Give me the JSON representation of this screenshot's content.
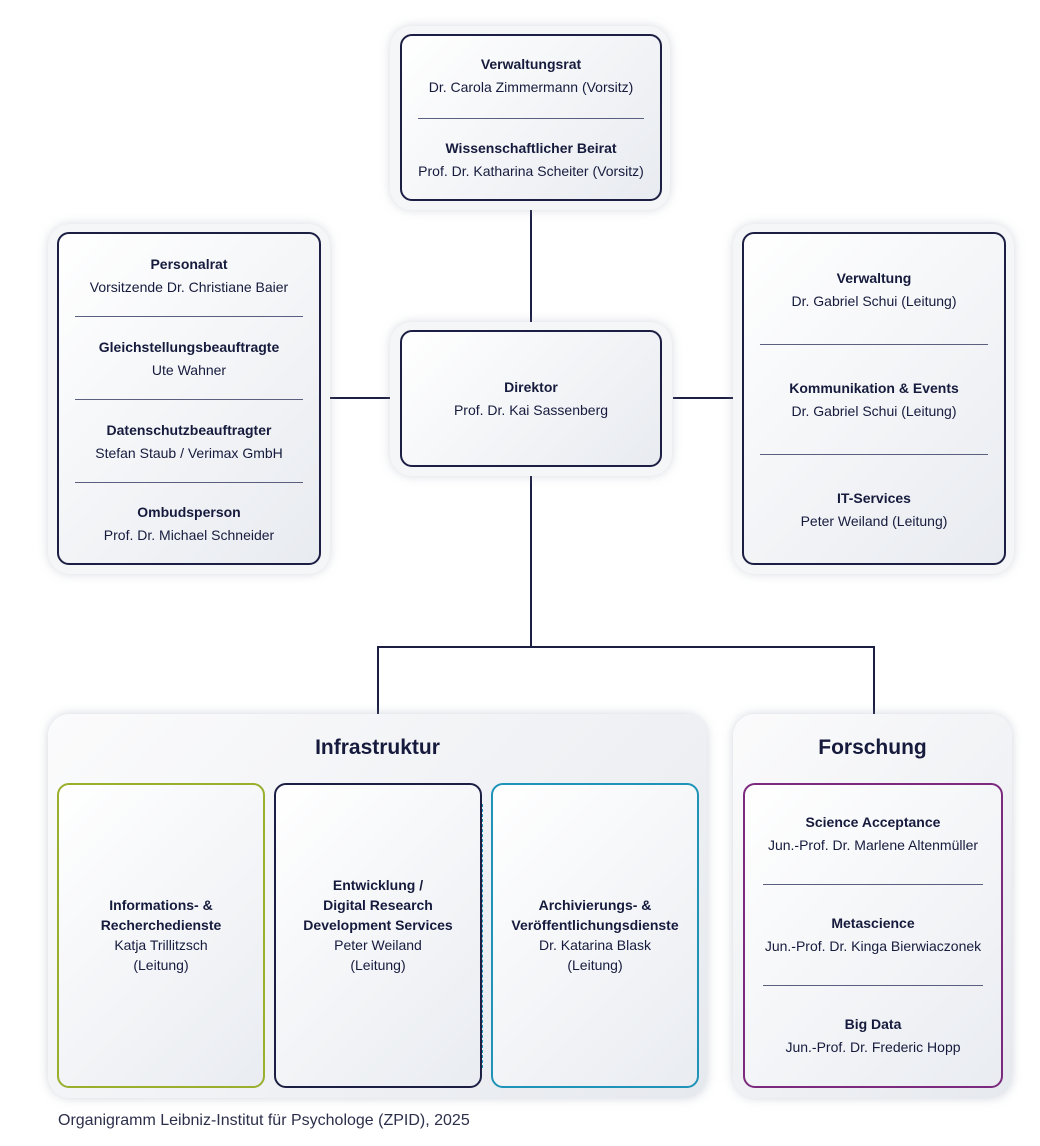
{
  "board": {
    "items": [
      {
        "title": "Verwaltungsrat",
        "person": "Dr. Carola Zimmermann (Vorsitz)"
      },
      {
        "title": "Wissenschaftlicher Beirat",
        "person": "Prof. Dr. Katharina Scheiter (Vorsitz)"
      }
    ]
  },
  "director": {
    "title": "Direktor",
    "person": "Prof. Dr. Kai Sassenberg"
  },
  "staff_left": {
    "items": [
      {
        "title": "Personalrat",
        "person": "Vorsitzende Dr. Christiane Baier"
      },
      {
        "title": "Gleichstellungsbeauftragte",
        "person": "Ute Wahner"
      },
      {
        "title": "Datenschutzbeauftragter",
        "person": "Stefan Staub / Verimax GmbH"
      },
      {
        "title": "Ombudsperson",
        "person": "Prof. Dr. Michael Schneider"
      }
    ]
  },
  "staff_right": {
    "items": [
      {
        "title": "Verwaltung",
        "person": "Dr. Gabriel Schui (Leitung)"
      },
      {
        "title": "Kommunikation & Events",
        "person": "Dr. Gabriel Schui (Leitung)"
      },
      {
        "title": "IT-Services",
        "person": "Peter Weiland (Leitung)"
      }
    ]
  },
  "infrastruktur": {
    "title": "Infrastruktur",
    "units": [
      {
        "title1": "Informations- &",
        "title2": "Recherchedienste",
        "person": "Katja Trillitzsch",
        "role": "(Leitung)",
        "color": "#9aaf2c"
      },
      {
        "title1": "Entwicklung /",
        "title2": "Digital Research",
        "title3": "Development Services",
        "person": "Peter Weiland",
        "role": "(Leitung)",
        "color": "#1c1f43"
      },
      {
        "title1": "Archivierungs- &",
        "title2": "Veröffentlichungsdienste",
        "person": "Dr. Katarina Blask",
        "role": "(Leitung)",
        "color": "#1f93b8"
      }
    ]
  },
  "forschung": {
    "title": "Forschung",
    "color": "#7b2a7e",
    "items": [
      {
        "title": "Science Acceptance",
        "person": "Jun.-Prof. Dr. Marlene Altenmüller"
      },
      {
        "title": "Metascience",
        "person": "Jun.-Prof. Dr. Kinga Bierwiaczonek"
      },
      {
        "title": "Big Data",
        "person": "Jun.-Prof. Dr. Frederic Hopp"
      }
    ]
  },
  "caption": "Organigramm Leibniz-Institut für Psychologe (ZPID), 2025"
}
